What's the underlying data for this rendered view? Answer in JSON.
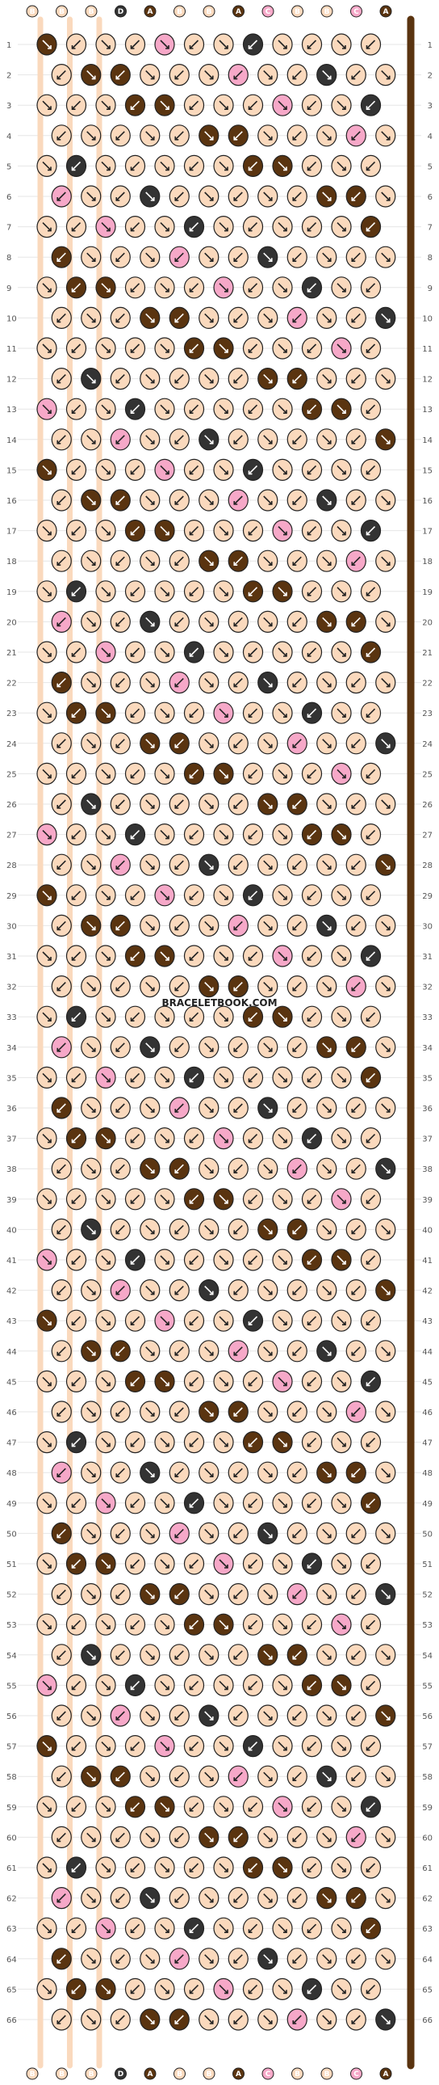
{
  "canvas": {
    "background": "#ffffff"
  },
  "watermark": "BRACELETBOOK.COM",
  "colors": {
    "A": "#5a3410",
    "B": "#fad9bd",
    "C": "#f6a8c8",
    "D": "#333333",
    "outline": "#222222"
  },
  "strings_top": [
    "B",
    "B",
    "B",
    "D",
    "A",
    "B",
    "B",
    "A",
    "C",
    "B",
    "B",
    "C",
    "A"
  ],
  "strings_bottom": [
    "B",
    "B",
    "B",
    "D",
    "A",
    "B",
    "B",
    "A",
    "C",
    "B",
    "B",
    "C",
    "A"
  ],
  "rows": 66,
  "knot_arrow_icons": [
    "arrow-down-right-icon",
    "arrow-down-left-icon",
    "arrow-right-down-left-icon",
    "arrow-left-down-right-icon"
  ],
  "knot_colors_seq": [
    "A",
    "B",
    "B",
    "B",
    "C",
    "B",
    "B",
    "D",
    "B",
    "B",
    "B",
    "B",
    "B",
    "A"
  ]
}
